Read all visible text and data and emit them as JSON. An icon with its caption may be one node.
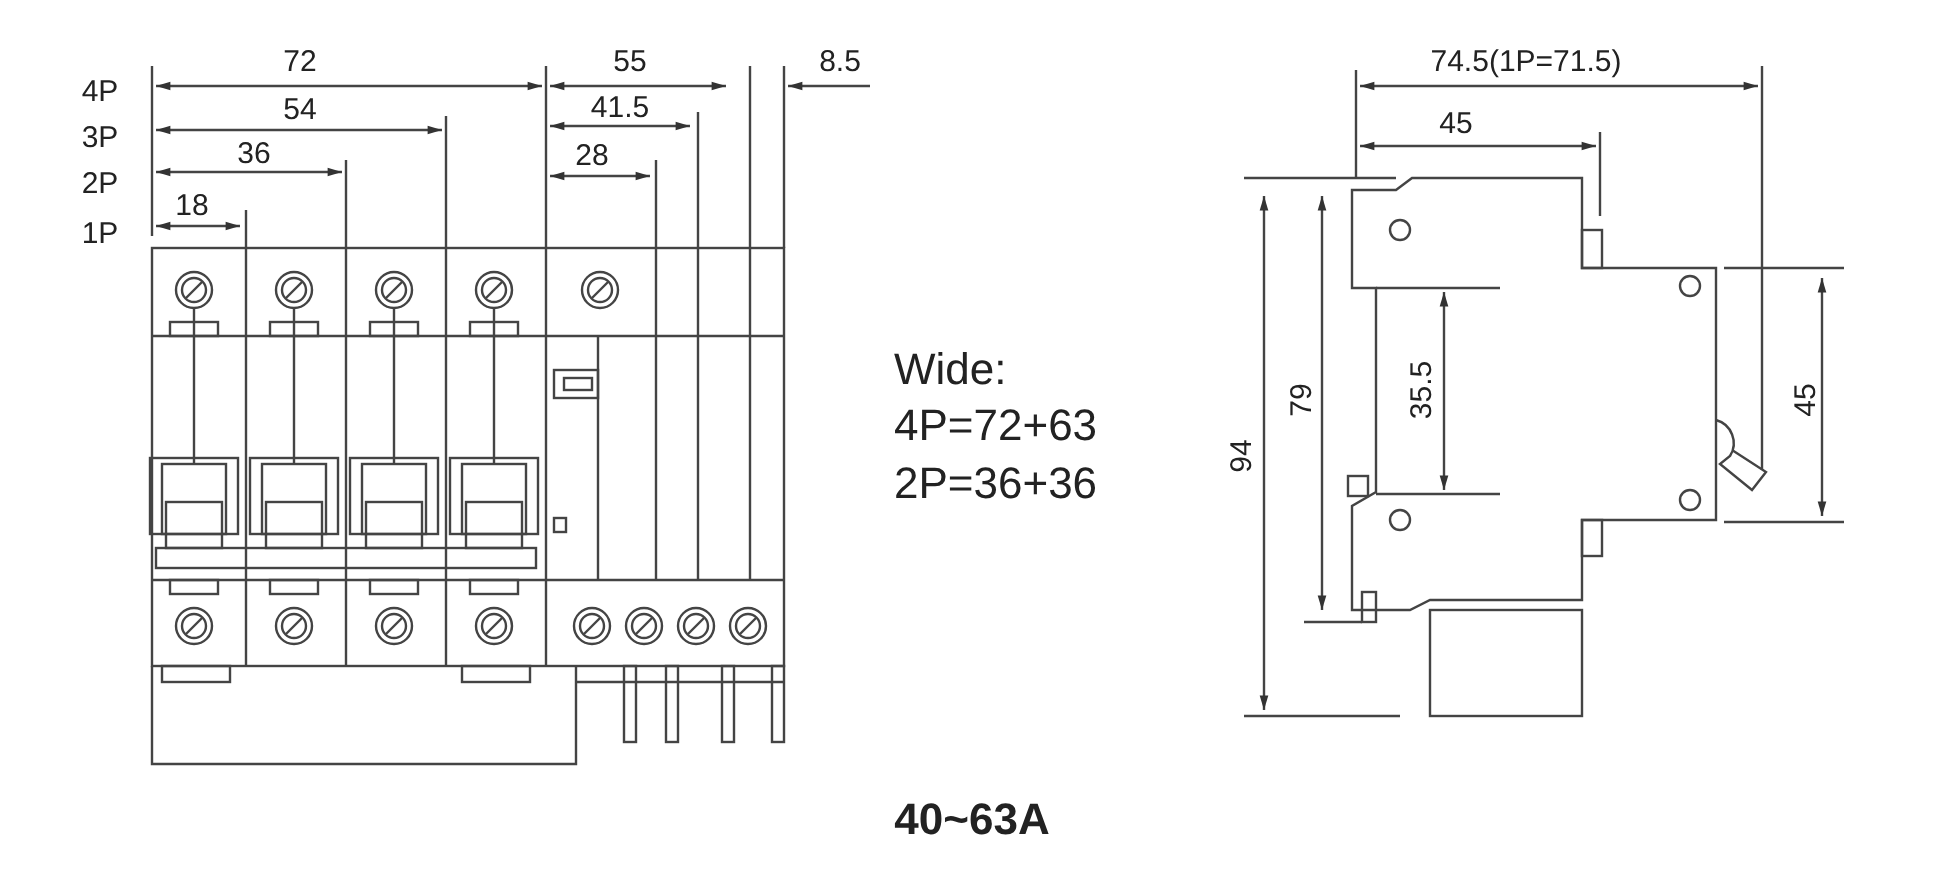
{
  "diagram": {
    "caption": "40~63A",
    "labels": [
      "4P",
      "3P",
      "2P",
      "1P",
      "72",
      "54",
      "36",
      "18",
      "55",
      "41.5",
      "28",
      "8.5",
      "Wide:",
      "4P=72+63",
      "2P=36+36",
      "74.5(1P=71.5)",
      "45",
      "94",
      "79",
      "35.5",
      "45"
    ]
  }
}
